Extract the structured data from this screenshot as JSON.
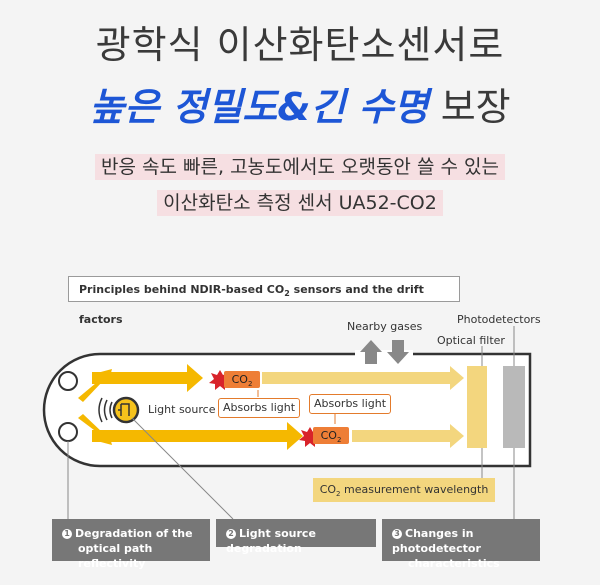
{
  "header": {
    "line1": "광학식 이산화탄소센서로",
    "line2_highlight": "높은 정밀도&긴 수명",
    "line2_rest": " 보장",
    "sub1": "반응 속도 빠른, 고농도에서도 오랫동안 쓸 수 있는",
    "sub2": "이산화탄소 측정 센서 UA52-CO2"
  },
  "diagram": {
    "banner_prefix": "Principles behind NDIR-based CO",
    "banner_sub": "2",
    "banner_suffix": " sensors and the drift factors",
    "nearby_gases": "Nearby gases",
    "photodetectors": "Photodetectors",
    "optical_filter": "Optical filter",
    "light_source": "Light source",
    "absorbs_light": "Absorbs light",
    "co2_main": "CO",
    "co2_sub": "2",
    "wavelength_prefix": "CO",
    "wavelength_sub": "2",
    "wavelength_suffix": " measurement wavelength",
    "colors": {
      "arrow": "#f5b800",
      "beam": "#f3d67e",
      "co2": "#ee7e36",
      "burst": "#d8232a",
      "filter": "#f3d67e",
      "detector": "#b9b9b9",
      "cause": "#777777"
    }
  },
  "causes": [
    {
      "num": "1",
      "line1": "Degradation of the",
      "line2": "optical path reflectivity"
    },
    {
      "num": "2",
      "line1": "Light source degradation",
      "line2": ""
    },
    {
      "num": "3",
      "line1": "Changes in photodetector",
      "line2": "characteristics"
    }
  ]
}
